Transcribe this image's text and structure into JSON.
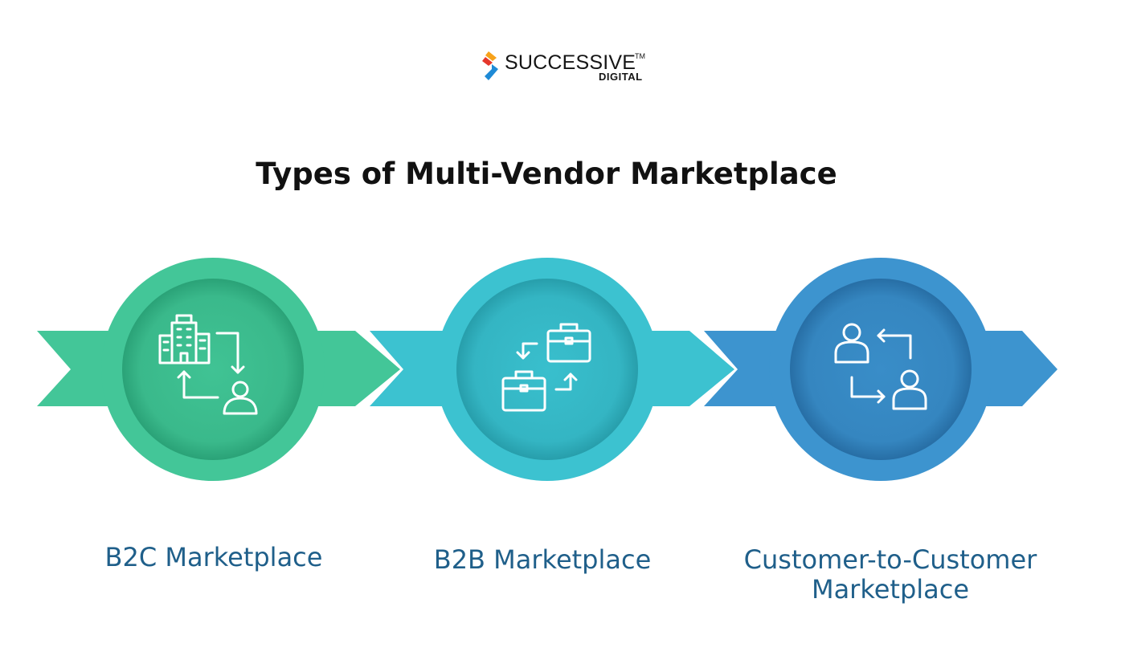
{
  "logo": {
    "name": "SUCCESSIVE",
    "trademark": "TM",
    "subtitle": "DIGITAL",
    "colors": [
      "#f7a21b",
      "#e5372b",
      "#1e8ad6"
    ]
  },
  "title": "Types of Multi-Vendor Marketplace",
  "steps": [
    {
      "label_lines": [
        "B2C Marketplace"
      ],
      "icon": "building-to-person-icon",
      "color": "#43c698",
      "inner_color": "#38b487"
    },
    {
      "label_lines": [
        "B2B Marketplace"
      ],
      "icon": "briefcase-exchange-icon",
      "color": "#3cc2d0",
      "inner_color": "#33b1bf"
    },
    {
      "label_lines": [
        "Customer-to-Customer",
        "Marketplace"
      ],
      "icon": "person-exchange-icon",
      "color": "#3d94cf",
      "inner_color": "#3484bd"
    }
  ],
  "label_color": "#1f5f8a"
}
